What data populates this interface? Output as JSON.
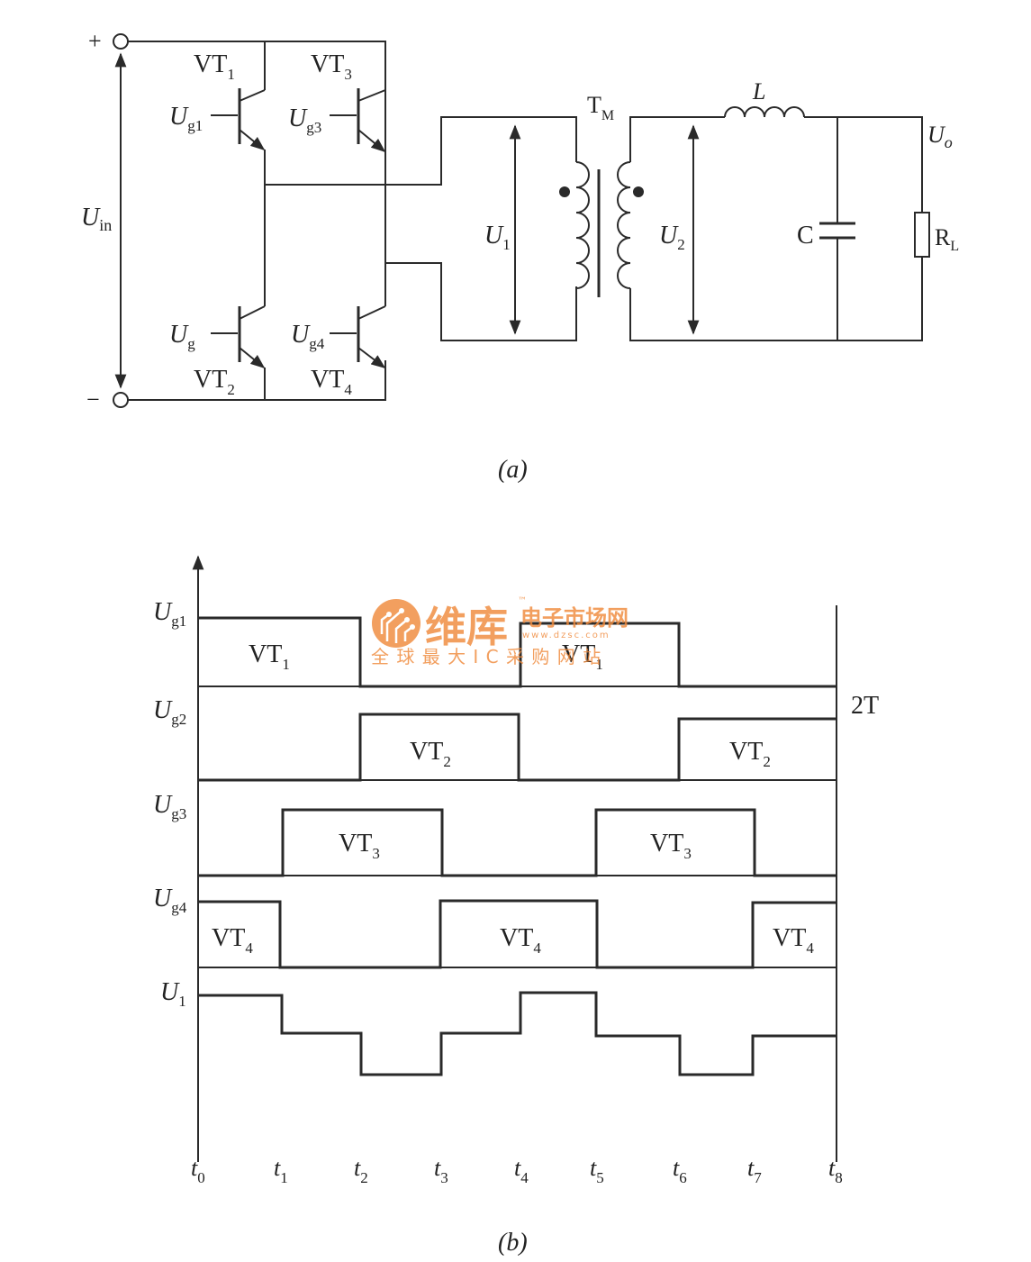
{
  "circuit": {
    "plus": "+",
    "minus": "−",
    "uin": {
      "base": "U",
      "sub": "in"
    },
    "vt1": {
      "base": "VT",
      "sub": "1"
    },
    "vt2": {
      "base": "VT",
      "sub": "2"
    },
    "vt3": {
      "base": "VT",
      "sub": "3"
    },
    "vt4": {
      "base": "VT",
      "sub": "4"
    },
    "ug1": {
      "base": "U",
      "sub": "g1"
    },
    "ug": {
      "base": "U",
      "sub": "g"
    },
    "ug3": {
      "base": "U",
      "sub": "g3"
    },
    "ug4": {
      "base": "U",
      "sub": "g4"
    },
    "tm": {
      "base": "T",
      "sub": "M"
    },
    "u1": {
      "base": "U",
      "sub": "1"
    },
    "u2": {
      "base": "U",
      "sub": "2"
    },
    "inductor": "L",
    "capacitor": "C",
    "uo": {
      "base": "U",
      "sub": "o"
    },
    "rl": {
      "base": "R",
      "sub": "L"
    },
    "caption": "(a)"
  },
  "timing": {
    "period_label": "2T",
    "caption": "(b)",
    "rows": [
      {
        "sig": {
          "base": "U",
          "sub": "g1"
        },
        "pulse_label": {
          "base": "VT",
          "sub": "1"
        }
      },
      {
        "sig": {
          "base": "U",
          "sub": "g2"
        },
        "pulse_label": {
          "base": "VT",
          "sub": "2"
        }
      },
      {
        "sig": {
          "base": "U",
          "sub": "g3"
        },
        "pulse_label": {
          "base": "VT",
          "sub": "3"
        }
      },
      {
        "sig": {
          "base": "U",
          "sub": "g4"
        },
        "pulse_label": {
          "base": "VT",
          "sub": "4"
        }
      },
      {
        "sig": {
          "base": "U",
          "sub": "1"
        }
      }
    ],
    "ticks": [
      {
        "base": "t",
        "sub": "0"
      },
      {
        "base": "t",
        "sub": "1"
      },
      {
        "base": "t",
        "sub": "2"
      },
      {
        "base": "t",
        "sub": "3"
      },
      {
        "base": "t",
        "sub": "4"
      },
      {
        "base": "t",
        "sub": "5"
      },
      {
        "base": "t",
        "sub": "6"
      },
      {
        "base": "t",
        "sub": "7"
      },
      {
        "base": "t",
        "sub": "8"
      }
    ]
  },
  "watermark": {
    "brand": "维库",
    "tm": "™",
    "tagline": "电子市场网",
    "url": "www.dzsc.com",
    "slogan": "全 球 最 大 I C 采 购 网 站"
  }
}
